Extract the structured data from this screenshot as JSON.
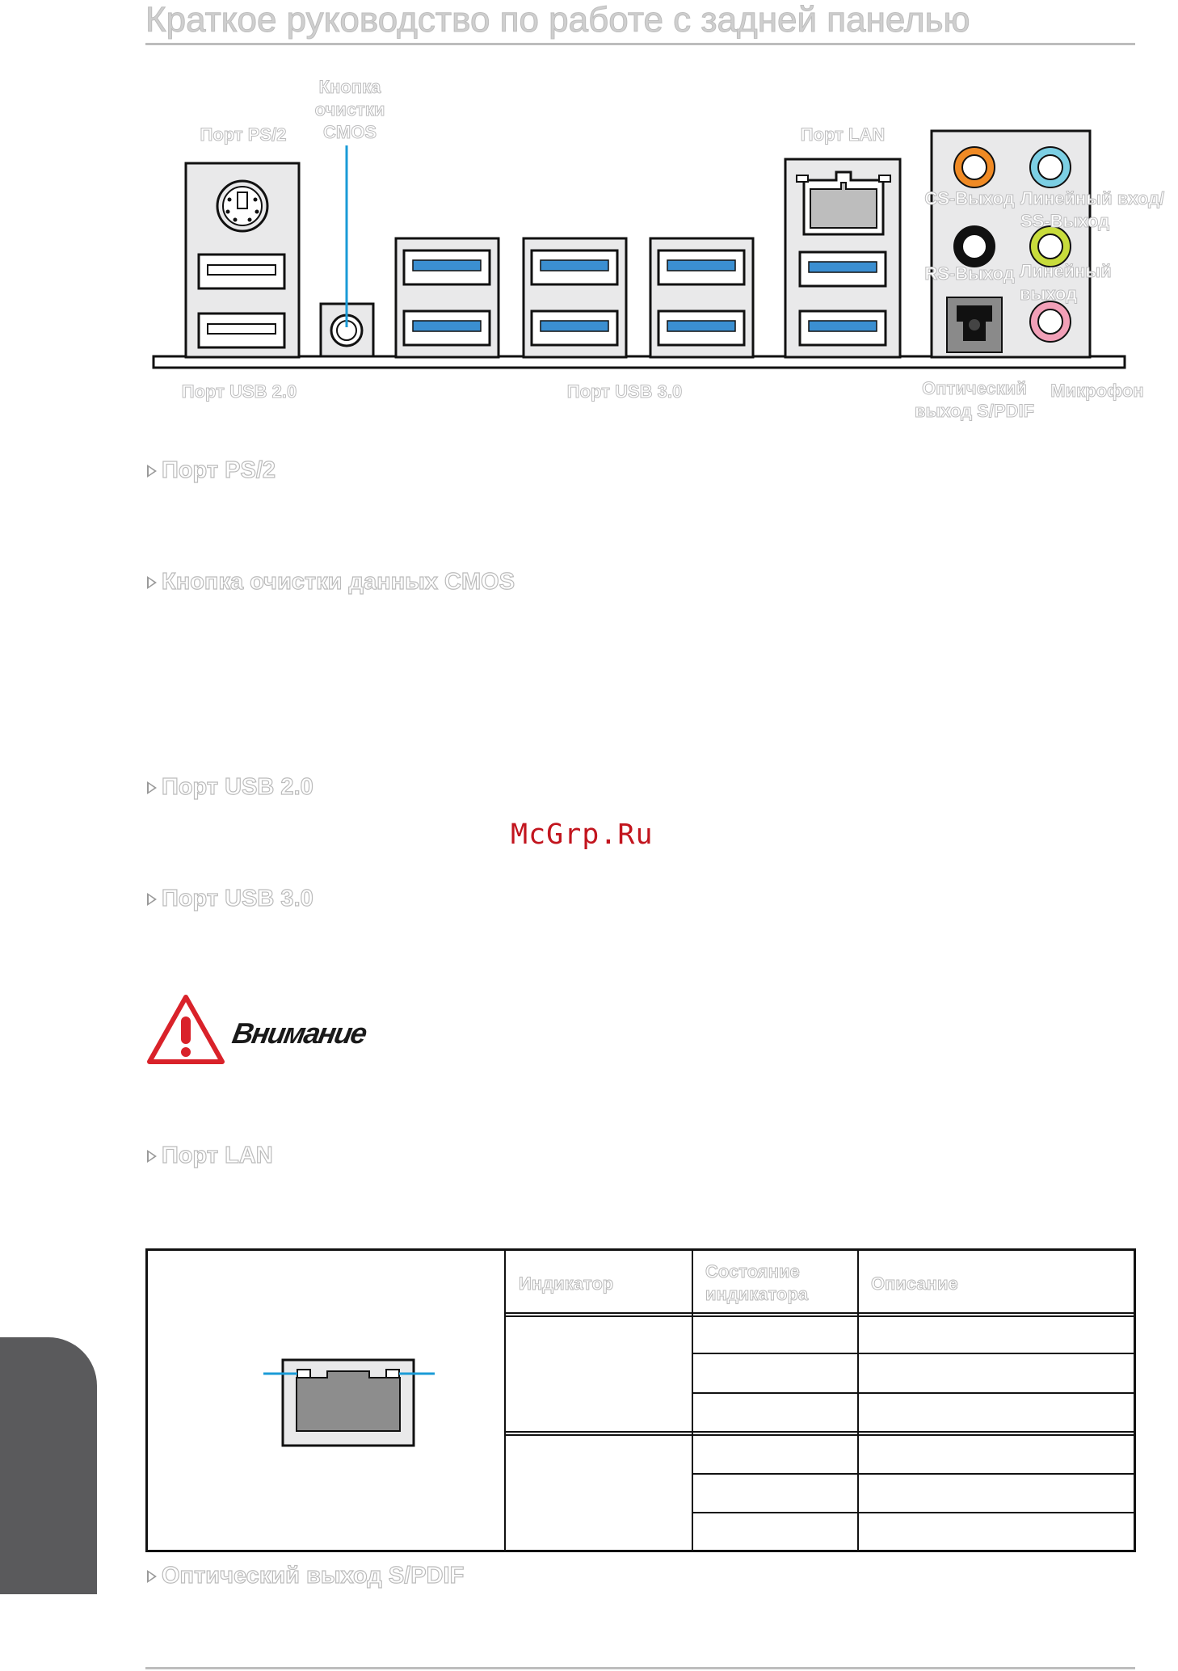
{
  "page": {
    "title": "Краткое руководство по работе с задней панелью"
  },
  "diagram": {
    "labels": {
      "ps2": "Порт PS/2",
      "cmos": "Кнопка\nочистки\nCMOS",
      "lan": "Порт LAN",
      "cs_out": "CS-Выход",
      "line_in": "Линейный вход/\nSS-Выход",
      "rs_out": "RS-Выход",
      "line_out": "Линейный\nвыход",
      "usb2": "Порт USB 2.0",
      "usb3": "Порт USB 3.0",
      "spdif": "Оптический\nвыход S/PDIF",
      "mic": "Микрофон"
    },
    "colors": {
      "cmos_line": "#1a9bd7",
      "usb3_blue": "#3b8fd1",
      "audio_orange": "#f08a24",
      "audio_blue": "#7ccfe4",
      "audio_black": "#111111",
      "audio_lime": "#c8dc3c",
      "audio_pink": "#f2a0b8"
    }
  },
  "sections": {
    "ps2": "Порт PS/2",
    "cmos": "Кнопка очистки данных CMOS",
    "usb2": "Порт USB 2.0",
    "usb3": "Порт USB 3.0",
    "lan": "Порт LAN",
    "spdif": "Оптический выход S/PDIF"
  },
  "watermark": "McGrp.Ru",
  "warning": {
    "label": "Внимание",
    "icon": "warning-triangle-icon",
    "color": "#d9222a"
  },
  "led_table": {
    "headers": [
      "Индикатор",
      "Состояние\nиндикатора",
      "Описание"
    ]
  }
}
